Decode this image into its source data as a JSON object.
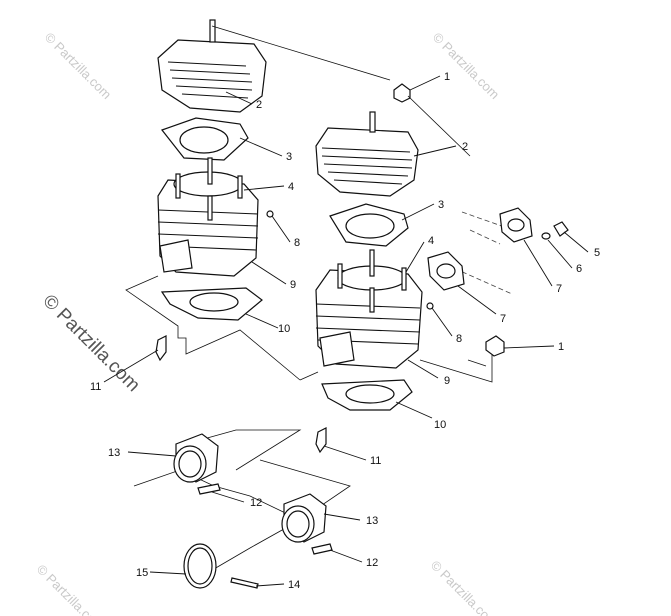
{
  "watermark": {
    "small_text": "© Partzilla.com",
    "large_text": "© Partzilla.com"
  },
  "callouts": {
    "c1a": "1",
    "c1b": "1",
    "c2a": "2",
    "c2b": "2",
    "c3a": "3",
    "c3b": "3",
    "c4a": "4",
    "c4b": "4",
    "c5": "5",
    "c6": "6",
    "c7a": "7",
    "c7b": "7",
    "c8a": "8",
    "c8b": "8",
    "c9a": "9",
    "c9b": "9",
    "c10a": "10",
    "c10b": "10",
    "c11a": "11",
    "c11b": "11",
    "c12a": "12",
    "c12b": "12",
    "c13a": "13",
    "c13b": "13",
    "c14": "14",
    "c15": "15"
  },
  "colors": {
    "ink": "#111111",
    "watermark": "#c9c9c9"
  }
}
